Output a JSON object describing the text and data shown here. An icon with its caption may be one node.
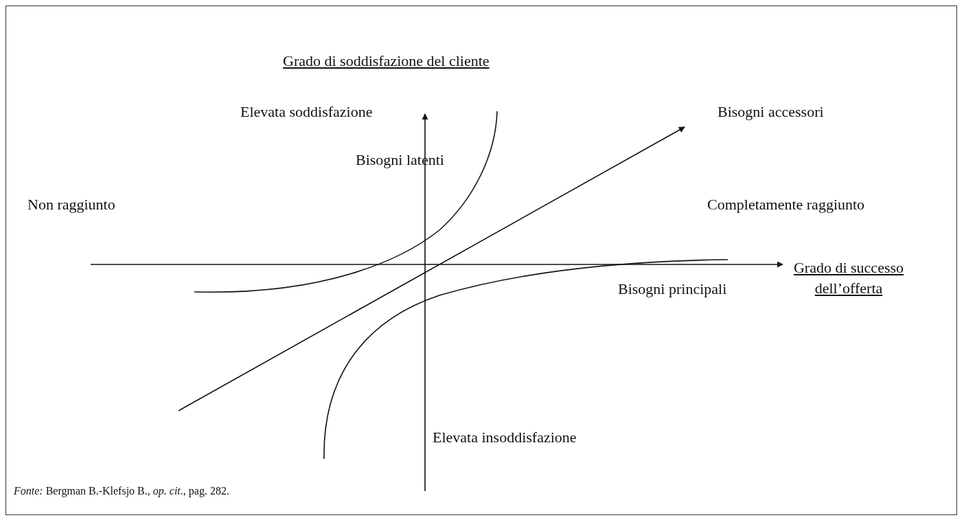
{
  "diagram": {
    "caption": "*Fonte:* Bergman B.-Klefsjo B., *op. cit.*, pag. 282.",
    "labels": [
      "Grado di soddisfazione del cliente",
      "Elevata soddisfazione",
      "Bisogni accessori",
      "Bisogni latenti",
      "Non raggiunto",
      "Completamente raggiunto",
      "Grado di successo dell’offerta",
      "Bisogni principali",
      "Elevata insoddisfazione"
    ]
  }
}
